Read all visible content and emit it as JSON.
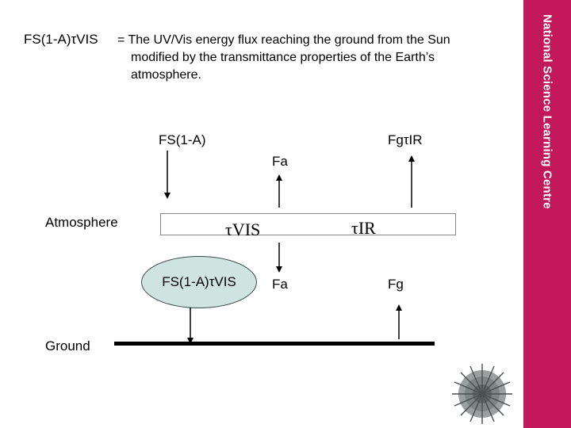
{
  "header": {
    "term": "FS(1-A)τVIS",
    "description_line1": "= The UV/Vis energy flux reaching the ground from the Sun",
    "description_line2": "modified by the transmittance properties of the Earth’s atmosphere."
  },
  "labels": {
    "incoming": "FS(1-A)",
    "fg_tau_ir": "FgτIR",
    "fa_top": "Fa",
    "atmosphere": "Atmosphere",
    "tau_vis": "τVIS",
    "tau_ir": "τIR",
    "transmitted": "FS(1-A)τVIS",
    "fa_bottom": "Fa",
    "fg": "Fg",
    "ground": "Ground"
  },
  "sidebar": {
    "brand": "National Science Learning Centre",
    "color": "#c2185b"
  },
  "colors": {
    "ellipse_fill": "#cfe4e0"
  }
}
